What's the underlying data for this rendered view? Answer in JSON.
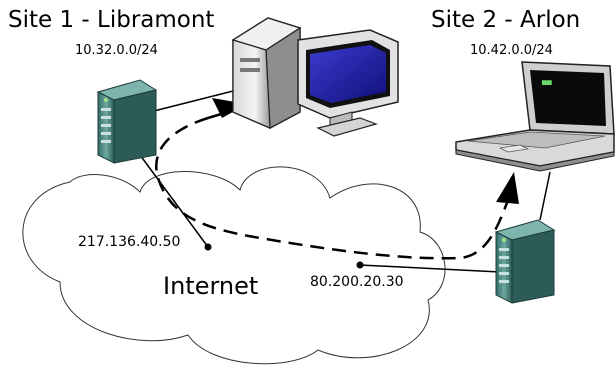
{
  "site1": {
    "title": "Site 1 - Libramont",
    "network": "10.32.0.0/24",
    "public_ip": "217.136.40.50"
  },
  "site2": {
    "title": "Site 2 - Arlon",
    "network": "10.42.0.0/24",
    "public_ip": "80.200.20.30"
  },
  "cloud": {
    "label": "Internet"
  },
  "icons": [
    "server-icon",
    "server-icon",
    "desktop-computer-icon",
    "laptop-icon",
    "cloud-shape",
    "arrowhead-icon"
  ],
  "colors": {
    "server_body": "#4a8a86",
    "screen_blue": "#1c1c9e",
    "laptop_screen": "#0a0a0a",
    "link": "#000000"
  }
}
